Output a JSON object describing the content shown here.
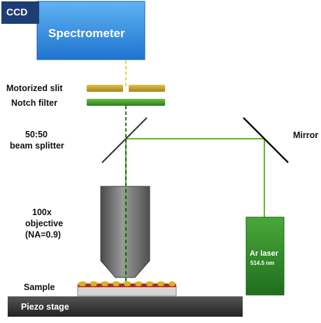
{
  "labels": {
    "ccd": "CCD",
    "spectrometer": "Spectrometer",
    "motorized_slit": "Motorized slit",
    "notch_filter": "Notch filter",
    "beam_splitter_line1": "50:50",
    "beam_splitter_line2": "beam splitter",
    "mirror": "Mirror",
    "objective_line1": "100x",
    "objective_line2": "objective",
    "objective_line3": "(NA=0.9)",
    "laser_line1": "Ar laser",
    "laser_line2": "514.5 nm",
    "sample": "Sample",
    "piezo_stage": "Piezo stage"
  },
  "colors": {
    "spectrometer_blue": "#2f8fe0",
    "ccd_navy": "#1d3d75",
    "laser_green": "#5dbb2c",
    "laser_box_green": "#2f8a2a",
    "slit_gold": "#c9a12c",
    "filter_green": "#3f9e2c",
    "objective_gray": "#6f6f6f",
    "stage_dark": "#3a3a3a",
    "sample_red": "#c0392b"
  }
}
